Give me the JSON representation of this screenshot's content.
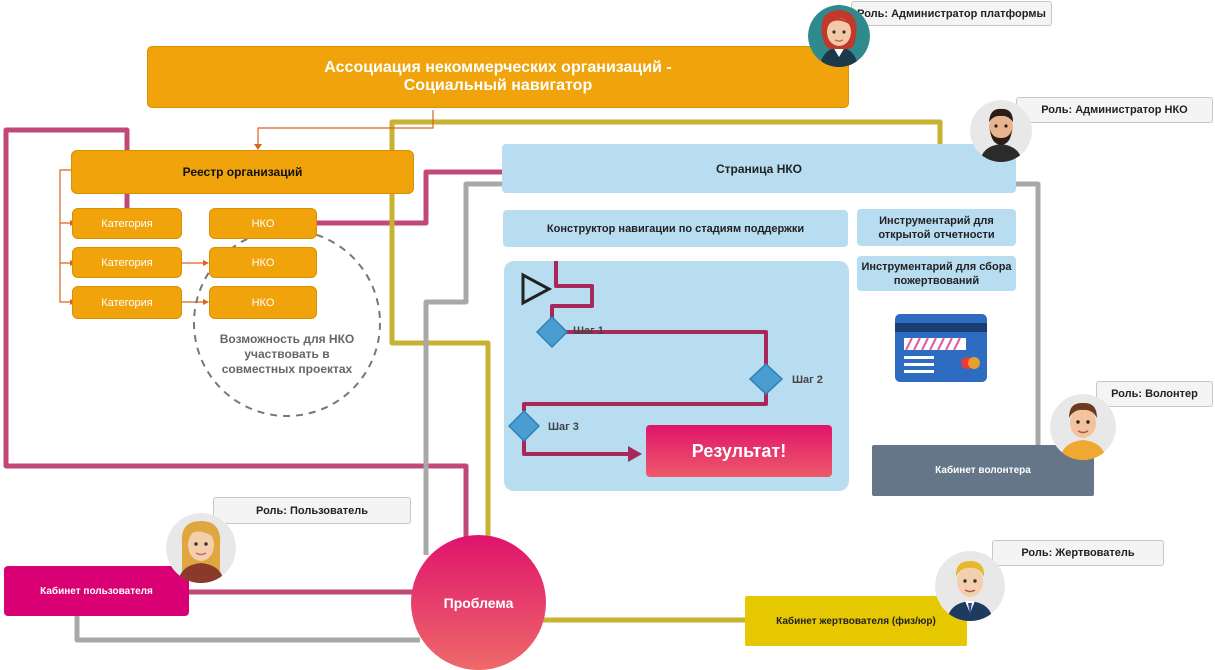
{
  "header": {
    "title_line1": "Ассоциация некоммерческих организаций -",
    "title_line2": "Социальный навигатор"
  },
  "registry": {
    "title": "Реестр организаций",
    "categories": [
      "Категория",
      "Категория",
      "Категория"
    ],
    "nko": [
      "НКО",
      "НКО",
      "НКО"
    ],
    "joint_note": "Возможность для НКО участвовать в совместных проектах"
  },
  "nko_page": {
    "title": "Страница НКО",
    "constructor": "Конструктор навигации по стадиям поддержки",
    "tool_reporting": "Инструментарий для открытой отчетности",
    "tool_donations": "Инструментарий для сбора пожертвований"
  },
  "steps": {
    "step1": "Шаг 1",
    "step2": "Шаг 2",
    "step3": "Шаг 3",
    "result": "Результат!"
  },
  "cabinets": {
    "volunteer": "Кабинет волонтера",
    "user": "Кабинет пользователя",
    "donor": "Кабинет жертвователя (физ/юр)",
    "problem": "Проблема"
  },
  "roles": {
    "platform_admin": "Роль: Администратор платформы",
    "nko_admin": "Роль: Администратор НКО",
    "volunteer": "Роль: Волонтер",
    "user": "Роль: Пользователь",
    "donor": "Роль: Жертвователь"
  },
  "colors": {
    "orange": "#f0a30a",
    "pink_line": "#c2487a",
    "olive_line": "#c8b232",
    "gray_line": "#a8a8a8",
    "light_blue": "#b8ddf0",
    "magenta": "#e0136c",
    "volunteer_box": "#647687",
    "donor_box": "#e6c800",
    "dark_red_path": "#a8285a"
  }
}
